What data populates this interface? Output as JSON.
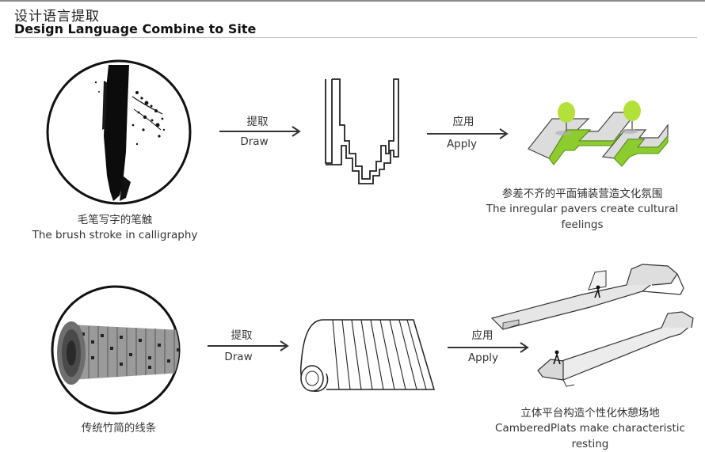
{
  "header": {
    "title_cn": "设计语言提取",
    "title_en": "Design Language Combine to Site"
  },
  "row1": {
    "source_caption_cn": "毛笔写字的笔触",
    "source_caption_en": "The brush stroke in calligraphy",
    "extract_cn": "提取",
    "extract_en": "Draw",
    "apply_cn": "应用",
    "apply_en": "Apply",
    "result_caption_cn": "参差不齐的平面铺装营造文化氛围",
    "result_caption_en_line1": "The inregular pavers create cultural",
    "result_caption_en_line2": "feelings"
  },
  "row2": {
    "source_caption_cn": "传统竹简的线条",
    "extract_cn": "提取",
    "extract_en": "Draw",
    "apply_cn": "应用",
    "apply_en": "Apply",
    "result_caption_cn": "立体平台构造个性化休憩场地",
    "result_caption_en": "CamberedPlats make characteristic resting"
  },
  "colors": {
    "accent_green": "#8ccc2e",
    "tree_green": "#b4e03a",
    "line": "#222222"
  }
}
